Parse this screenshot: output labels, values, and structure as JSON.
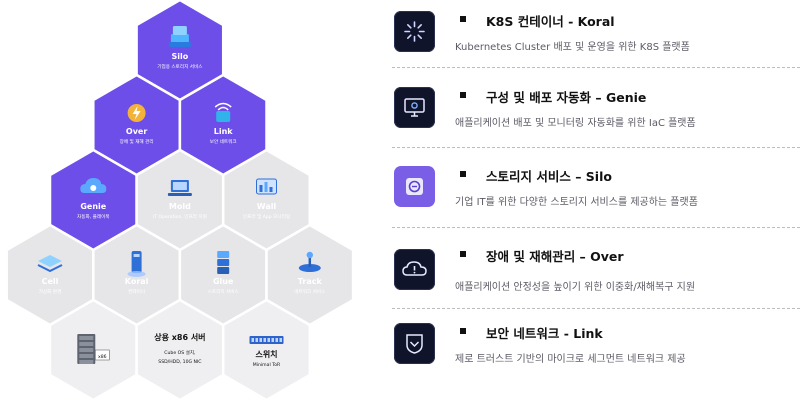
{
  "colors": {
    "purple": "#6d4ee8",
    "purple_text": "#ffffff",
    "gray_hex": "#e6e6e9",
    "gray_hex_light": "#efeff1",
    "gray_text": "#ffffff",
    "bottom_text": "#111111",
    "border": "#ffffff",
    "icon_bg": "#10142a",
    "accent_blue": "#2f6fd8"
  },
  "hexes": {
    "silo": {
      "title": "Silo",
      "subtitle": "기업용 스토리지 서비스",
      "icon": "server-stack-icon",
      "active": true
    },
    "over": {
      "title": "Over",
      "subtitle": "장애 및 재해 관리",
      "icon": "lightning-cloud-icon",
      "active": true
    },
    "link": {
      "title": "Link",
      "subtitle": "보안 네트워크",
      "icon": "wifi-lock-icon",
      "active": true
    },
    "genie": {
      "title": "Genie",
      "subtitle": "자동화, 플래이북",
      "icon": "cloud-gear-icon",
      "active": true
    },
    "mold": {
      "title": "Mold",
      "subtitle": "IT Operation, 인프라 지원",
      "icon": "laptop-icon",
      "active": false
    },
    "wall": {
      "title": "Wall",
      "subtitle": "인프라 및 App 모니터링",
      "icon": "dashboard-icon",
      "active": false
    },
    "cell": {
      "title": "Cell",
      "subtitle": "가상화 환경",
      "icon": "layers-icon",
      "active": false
    },
    "koral": {
      "title": "Koral",
      "subtitle": "컨테이너",
      "icon": "container-icon",
      "active": false
    },
    "glue": {
      "title": "Glue",
      "subtitle": "스토리지 서비스",
      "icon": "storage-blocks-icon",
      "active": false
    },
    "track": {
      "title": "Track",
      "subtitle": "네트워크 서비스",
      "icon": "joystick-icon",
      "active": false
    },
    "x86": {
      "label": "x86",
      "icon": "server-rack-icon"
    },
    "server": {
      "title": "상용 x86 서버",
      "line1": "Cube OS 설치,",
      "line2": "SSD/HDD, 10G NIC"
    },
    "switch": {
      "title": "스위치",
      "subtitle": "Minimal ToR",
      "icon": "network-switch-icon"
    }
  },
  "items": [
    {
      "title": "K8S 컨테이너 - Koral",
      "description": "Kubernetes Cluster 배포 및 운영을 위한 K8S 플랫폼",
      "icon": "spinner-icon",
      "icon_style": "dark"
    },
    {
      "title": "구성 및 배포 자동화 – Genie",
      "description": "애플리케이션 배포 및 모니터링 자동화를 위한 IaC 플랫폼",
      "icon": "monitor-gear-icon",
      "icon_style": "dark"
    },
    {
      "title": "스토리지 서비스 – Silo",
      "description": "기업 IT를 위한 다양한 스토리지 서비스를 제공하는 플랫폼",
      "icon": "storage-icon",
      "icon_style": "purple"
    },
    {
      "title": "장애 및 재해관리 – Over",
      "description": "애플리케이션 안정성을 높이기 위한 이중화/재해복구 지원",
      "icon": "cloud-alert-icon",
      "icon_style": "dark"
    },
    {
      "title": "보안 네트워크 - Link",
      "description": "제로 트러스트 기반의 마이크로 세그먼트 네트워크 제공",
      "icon": "shield-icon",
      "icon_style": "dark"
    }
  ]
}
